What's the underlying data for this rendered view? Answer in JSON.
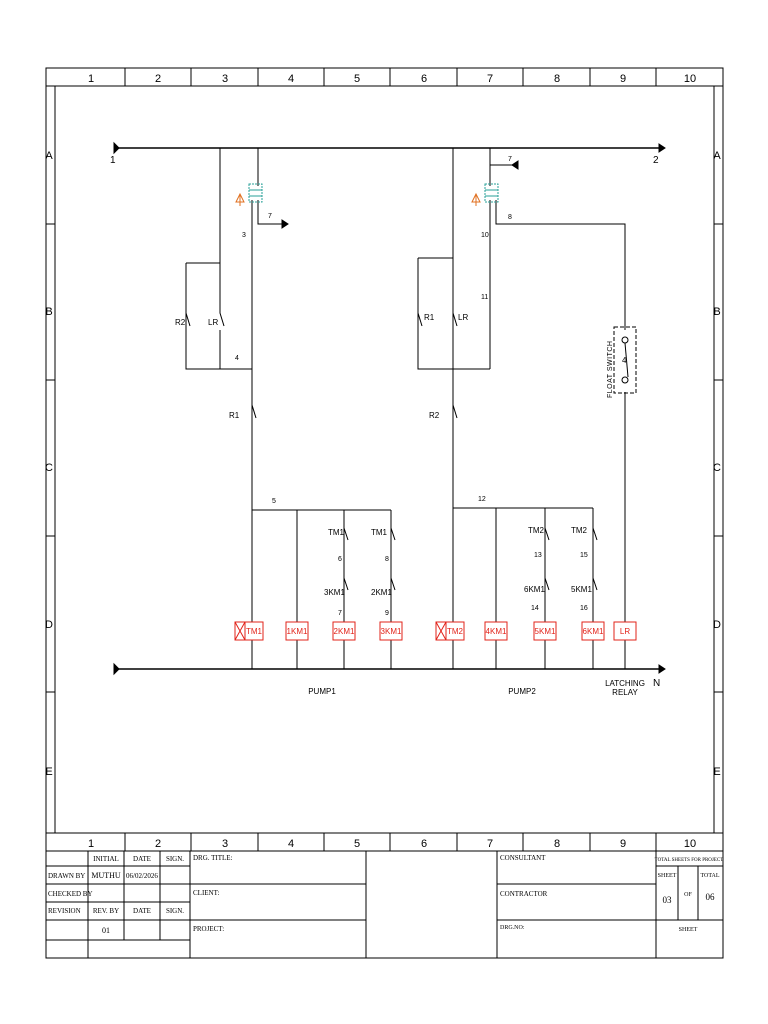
{
  "colors": {
    "line": "#000000",
    "coil": "#e2231a",
    "relay_icon": "#2aa198",
    "lamp": "#e07020"
  },
  "border": {
    "columns": [
      "1",
      "2",
      "3",
      "4",
      "5",
      "6",
      "7",
      "8",
      "9",
      "10"
    ],
    "rows": [
      "A",
      "B",
      "C",
      "D",
      "E"
    ]
  },
  "schematic": {
    "rails": {
      "left_top": "1",
      "right_top": "2",
      "neutral": "N"
    },
    "wires": {
      "w7a": "7",
      "w3": "3",
      "w4": "4",
      "w5": "5",
      "w7b": "7",
      "w8": "8",
      "w10": "10",
      "w11": "11",
      "w12": "12",
      "w6": "6",
      "w7c": "7",
      "w8b": "8",
      "w9": "9",
      "w13": "13",
      "w14": "14",
      "w15": "15",
      "w16": "16"
    },
    "contacts": {
      "r2a": "R2",
      "lra": "LR",
      "r1a": "R1",
      "r1b": "R1",
      "lrb": "LR",
      "r2b": "R2",
      "tm1a": "TM1",
      "tm1b": "TM1",
      "km3": "3KM1",
      "km2": "2KM1",
      "tm2a": "TM2",
      "tm2b": "TM2",
      "km6": "6KM1",
      "km5": "5KM1"
    },
    "float_switch": {
      "label": "FLOAT SWITCH",
      "number": "4"
    },
    "coils": [
      "TM1",
      "1KM1",
      "2KM1",
      "3KM1",
      "TM2",
      "4KM1",
      "5KM1",
      "6KM1",
      "LR"
    ],
    "groups": {
      "pump1": "PUMP1",
      "pump2": "PUMP2",
      "latching_1": "LATCHING",
      "latching_2": "RELAY"
    }
  },
  "title_block": {
    "head_initial": "INITIAL",
    "head_date": "DATE",
    "head_sign": "SIGN.",
    "drawn_by_label": "DRAWN BY",
    "drawn_by_initial": "MUTHU",
    "drawn_by_date": "06/02/2026",
    "checked_by_label": "CHECKED BY",
    "revision_label": "REVISION",
    "rev_by_label": "REV. BY",
    "rev_date_label": "DATE",
    "rev_sign_label": "SIGN.",
    "revision_value": "01",
    "drg_title_label": "DRG. TITLE:",
    "client_label": "CLIENT:",
    "project_label": "PROJECT:",
    "consultant_label": "CONSULTANT",
    "contractor_label": "CONTRACTOR",
    "drg_no_label": "DRG.NO:",
    "total_sheets_label": "TOTAL SHEETS FOR PROJECT",
    "sheet_label": "SHEET",
    "total_label": "TOTAL",
    "sheet_no": "03",
    "of_label": "OF",
    "total_no": "06",
    "sheet_footer": "SHEET"
  }
}
